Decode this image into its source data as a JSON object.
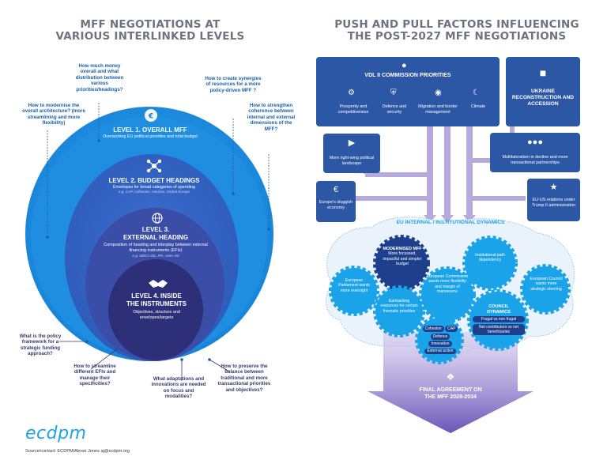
{
  "left": {
    "title_line1": "MFF NEGOTIATIONS AT",
    "title_line2": "VARIOUS INTERLINKED LEVELS",
    "questions": {
      "q1": "How much money overall and what distribution between various priorities/headings?",
      "q2": "How to create synergies of resources for a more policy-driven MFF ?",
      "q3": "How to modernise the overall architecture? (more streamlining and more flexibility)",
      "q4": "How to strengthen coherence between internal and external dimensions of the MFF?",
      "q5": "What is the policy framework for a strategic funding approach?",
      "q6": "How to streamline different EFIs and manage their specificities?",
      "q7": "What adaptations and innovations are needed on focus and modalities?",
      "q8": "How to preserve the balance between traditional and more transactional priorities and objectives?"
    },
    "levels": {
      "l1_title": "LEVEL 1. OVERALL MFF",
      "l1_sub": "Overarching EU political priorities and total budget",
      "l2_title": "LEVEL 2. BUDGET HEADINGS",
      "l2_sub": "Envelopes for broad categories of spending",
      "l2_eg": "e.g. CAP, Cohesion, Horizon, Global Europe",
      "l3_title1": "LEVEL 3.",
      "l3_title2": "EXTERNAL HEADING",
      "l3_sub": "Composition of heading and interplay between external financing instruments (EFIs)",
      "l3_eg": "e.g. NDICI-GE, IPA, Hum Aid",
      "l4_title1": "LEVEL 4. INSIDE",
      "l4_title2": "THE INSTRUMENTS",
      "l4_sub": "Objectives, structure and envelopes/targets"
    },
    "logo": "ecdpm",
    "source": "Source/contact: ECDPM/Alexei Jones aj@ecdpm.org"
  },
  "right": {
    "title_line1": "PUSH AND PULL FACTORS INFLUENCING",
    "title_line2": "THE POST-2027 MFF NEGOTIATIONS",
    "vdl_title": "VDL II COMMISSION PRIORITIES",
    "vdl_items": [
      "Prosperity and competitiveness",
      "Defence and security",
      "Migration and border management",
      "Climate"
    ],
    "ukraine": "UKRAINE RECONSTRUCTION AND ACCESSION",
    "right_wing": "More right-wing political landscape",
    "multilateralism": "Multilateralism in decline and more transactional partnerships",
    "economy": "Europe's sluggish economy",
    "eu_us": "EU-US relations under Trump II administration",
    "dynamics_title": "EU INTERNAL / INSTITUTIONAL DYNAMICS",
    "cogs": {
      "modernised_title": "MODERNISED MFF",
      "modernised_sub": "More focussed, impactful and simpler budget",
      "path": "Institutional path dependency",
      "parliament": "European Parliament wants more oversight",
      "commission": "European Commission wants more flexibility and margin of manoeuvre",
      "council": "European Council wants more strategic steering",
      "earmarking": "Earmarking resources for certain thematic priorities",
      "council_dyn": "COUNCIL DYNAMICS"
    },
    "pills": [
      "Cohesion",
      "CAP",
      "Defence",
      "Innovation",
      "External action"
    ],
    "council_pills": [
      "Frugal vs non frugal",
      "Net contributors vs net beneficiaries"
    ],
    "final_line1": "FINAL AGREEMENT ON",
    "final_line2": "THE MFF 2028-2034"
  },
  "colors": {
    "title_grey": "#6d7380",
    "light_blue": "#1aa3e8",
    "mid_blue": "#2a63c4",
    "deep_blue": "#2f3f99",
    "navy": "#2b2f76",
    "box_blue": "#2c57a5",
    "arrow_lavender": "#b8a9dd",
    "funnel_purple": "#6a55b8"
  }
}
